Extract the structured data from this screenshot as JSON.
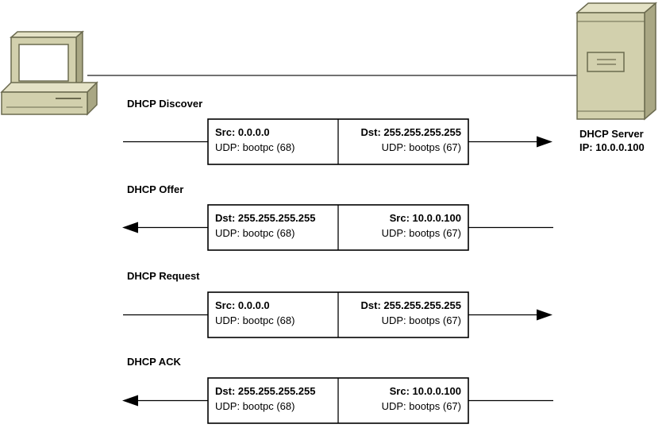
{
  "server": {
    "name": "DHCP Server",
    "ip": "IP: 10.0.0.100"
  },
  "steps": [
    {
      "title": "DHCP Discover",
      "direction": "right",
      "left_top": "Src: 0.0.0.0",
      "left_bottom": "UDP: bootpc (68)",
      "right_top": "Dst: 255.255.255.255",
      "right_bottom": "UDP: bootps (67)"
    },
    {
      "title": "DHCP Offer",
      "direction": "left",
      "left_top": "Dst: 255.255.255.255",
      "left_bottom": "UDP: bootpc (68)",
      "right_top": "Src: 10.0.0.100",
      "right_bottom": "UDP: bootps (67)"
    },
    {
      "title": "DHCP Request",
      "direction": "right",
      "left_top": "Src: 0.0.0.0",
      "left_bottom": "UDP: bootpc (68)",
      "right_top": "Dst: 255.255.255.255",
      "right_bottom": "UDP: bootps (67)"
    },
    {
      "title": "DHCP ACK",
      "direction": "left",
      "left_top": "Dst: 255.255.255.255",
      "left_bottom": "UDP: bootpc (68)",
      "right_top": "Src: 10.0.0.100",
      "right_bottom": "UDP: bootps (67)"
    }
  ],
  "icons": {
    "client": "computer-icon",
    "server": "server-icon"
  },
  "colors": {
    "device_fill": "#d2d0ad",
    "device_stroke": "#6b6a4f",
    "screen": "#ffffff",
    "line": "#000000"
  }
}
